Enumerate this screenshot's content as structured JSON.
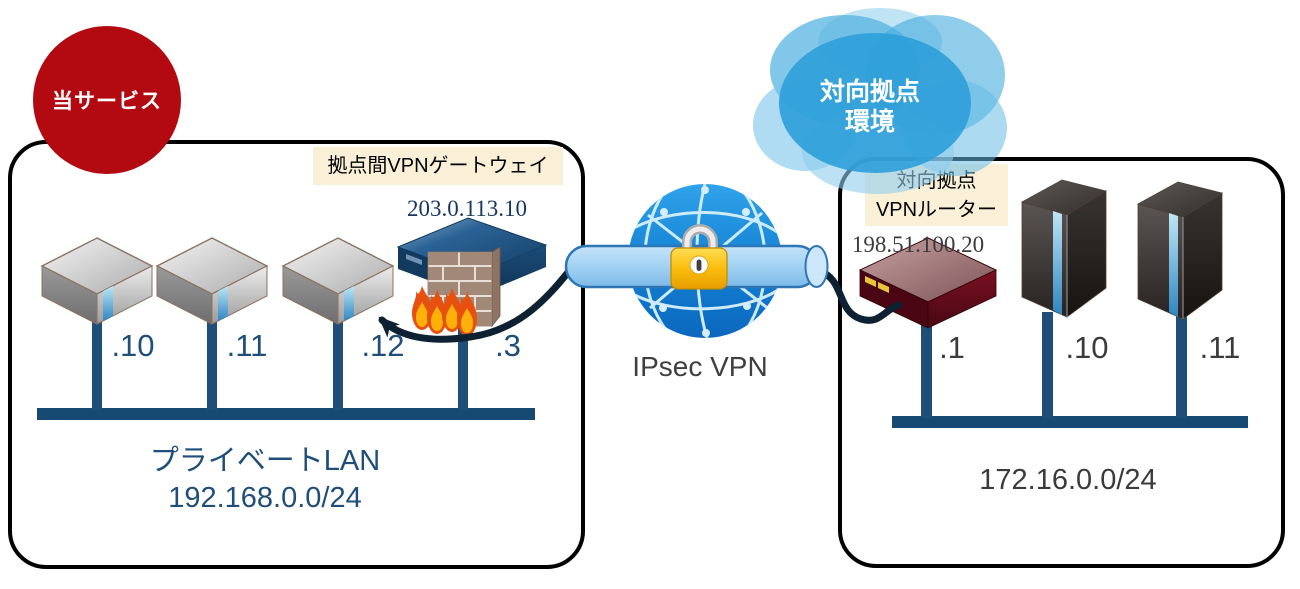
{
  "diagram": {
    "badge": {
      "label": "当サービス"
    },
    "left_site": {
      "gateway_label": "拠点間VPNゲートウェイ",
      "gateway_ip": "203.0.113.10",
      "gateway_host_number": ".3",
      "servers": [
        {
          "host_number": ".10"
        },
        {
          "host_number": ".11"
        },
        {
          "host_number": ".12"
        }
      ],
      "lan_name": "プライベートLAN",
      "lan_subnet": "192.168.0.0/24"
    },
    "tunnel": {
      "label": "IPsec VPN"
    },
    "remote_site": {
      "cloud_label": {
        "line1": "対向拠点",
        "line2": "環境"
      },
      "router_label": {
        "line1": "対向拠点",
        "line2": "VPNルーター"
      },
      "router_ip": "198.51.100.20",
      "router_host_number": ".1",
      "servers": [
        {
          "host_number": ".10"
        },
        {
          "host_number": ".11"
        }
      ],
      "lan_subnet": "172.16.0.0/24"
    },
    "colors": {
      "badge_red": "#B20A10",
      "label_bg": "#FAF0D7",
      "left_text_blue": "#1F4E79",
      "right_text_gray": "#3B3B3B",
      "bus_navy": "#174A73",
      "tube_blue": "#A9D7F5",
      "globe_blue": "#1487D8",
      "lock_gold": "#F7B916",
      "router_maroon": "#6B0D1E"
    }
  }
}
